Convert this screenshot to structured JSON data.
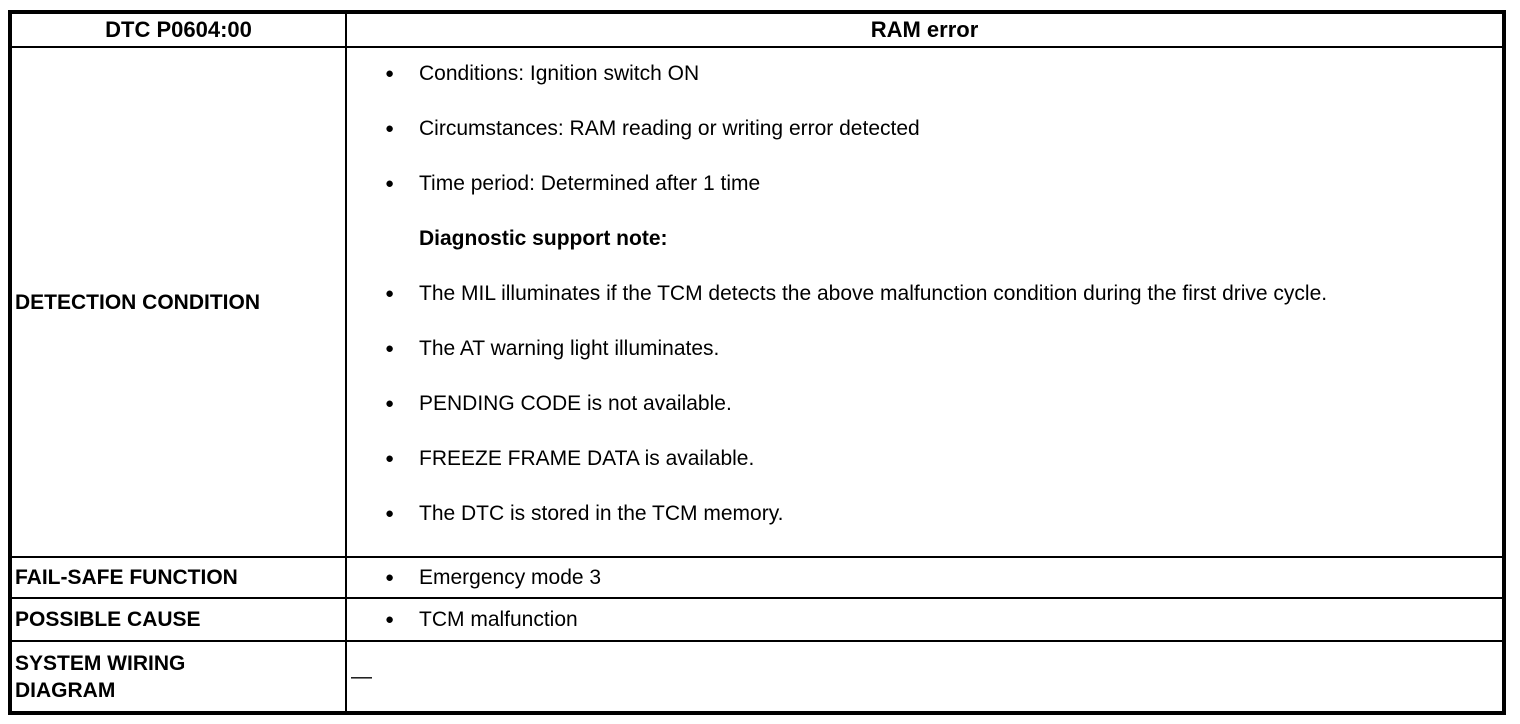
{
  "document": {
    "colors": {
      "border": "#000000",
      "text": "#000000",
      "background": "#ffffff"
    },
    "icons": {
      "bullet": "●"
    },
    "header": {
      "dtc_code": "DTC P0604:00",
      "dtc_title": "RAM error"
    },
    "rows": [
      {
        "label": "DETECTION CONDITION",
        "items": [
          {
            "type": "bullet",
            "text": "Conditions: Ignition switch ON"
          },
          {
            "type": "bullet",
            "text": "Circumstances: RAM reading or writing error detected"
          },
          {
            "type": "bullet",
            "text": "Time period: Determined after 1 time"
          },
          {
            "type": "note",
            "text": "Diagnostic support note:"
          },
          {
            "type": "bullet",
            "text": "The MIL illuminates if the TCM detects the above malfunction condition during the first drive cycle."
          },
          {
            "type": "bullet",
            "text": "The AT warning light illuminates."
          },
          {
            "type": "bullet",
            "text": "PENDING CODE is not available."
          },
          {
            "type": "bullet",
            "text": "FREEZE FRAME DATA is available."
          },
          {
            "type": "bullet",
            "text": "The DTC is stored in the TCM memory."
          }
        ]
      },
      {
        "label": "FAIL-SAFE FUNCTION",
        "items": [
          {
            "type": "bullet",
            "text": "Emergency mode 3"
          }
        ]
      },
      {
        "label": "POSSIBLE CAUSE",
        "items": [
          {
            "type": "bullet",
            "text": "TCM malfunction"
          }
        ]
      },
      {
        "label": "SYSTEM WIRING DIAGRAM",
        "value": "—"
      }
    ]
  }
}
